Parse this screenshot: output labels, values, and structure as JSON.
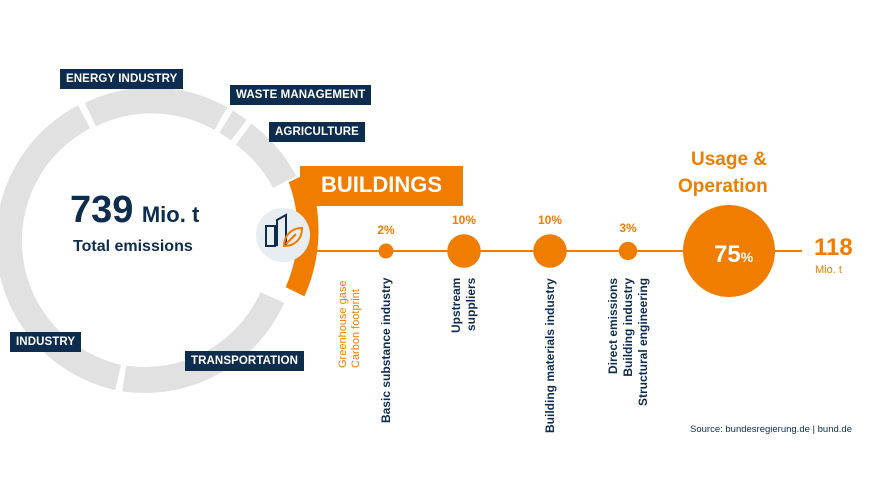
{
  "total": {
    "value": "739",
    "unit": "Mio. t",
    "label": "Total emissions"
  },
  "sectors": {
    "energy": "ENERGY INDUSTRY",
    "waste": "WASTE MANAGEMENT",
    "agriculture": "AGRICULTURE",
    "buildings": "BUILDINGS",
    "industry": "INDUSTRY",
    "transportation": "TRANSPORTATION"
  },
  "footprint": {
    "line1": "Greenhouse gase",
    "line2": "Carbon footprint"
  },
  "usage": {
    "line1": "Usage &",
    "line2": "Operation",
    "value": "118",
    "unit": "Mio. t"
  },
  "source": "Source: bundesregierung.de |  bund.de",
  "colors": {
    "navy": "#0e2d4e",
    "orange": "#f07d00",
    "ring": "#e1e1e1",
    "icon_bg": "#e8edf2"
  },
  "chart_data": {
    "type": "pie",
    "steps": [
      {
        "percent": "2%",
        "value": 2,
        "labels": [
          "Basic substance industry"
        ]
      },
      {
        "percent": "10%",
        "value": 10,
        "labels": [
          "Upstream",
          "suppliers"
        ]
      },
      {
        "percent": "10%",
        "value": 10,
        "labels": [
          "Building materials industry"
        ]
      },
      {
        "percent": "3%",
        "value": 3,
        "labels": [
          "Direct emissions",
          "Building industry",
          "Structural engineering"
        ]
      },
      {
        "percent_number": "75",
        "percent_sign": "%",
        "value": 75,
        "labels": []
      }
    ]
  }
}
